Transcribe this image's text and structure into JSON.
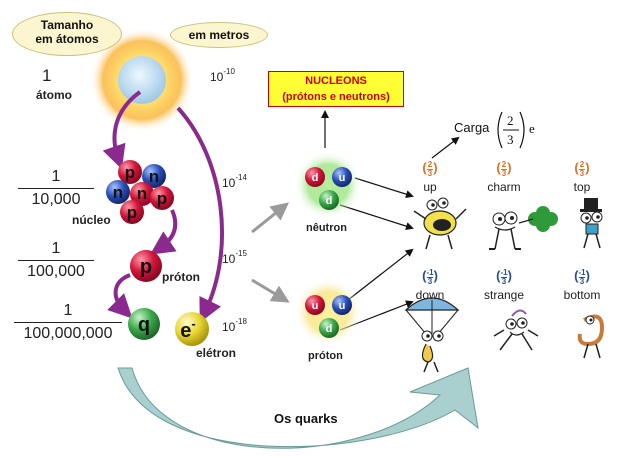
{
  "labels": {
    "size_atoms": [
      "Tamanho",
      "em átomos"
    ],
    "in_meters": "em metros",
    "atom": "átomo",
    "nucleus": "núcleo",
    "proton_label": "próton",
    "electron_label": "elétron",
    "neutron_label": "nêutron",
    "proton2_label": "próton",
    "quarks_caption": "Os quarks",
    "charge": "Carga",
    "charge_num": "2",
    "charge_den": "3",
    "charge_e": "e"
  },
  "scale": [
    {
      "num": "1",
      "den": "",
      "exp": "-10"
    },
    {
      "num": "1",
      "den": "10,000",
      "exp": "-14"
    },
    {
      "num": "1",
      "den": "100,000",
      "exp": "-15"
    },
    {
      "num": "1",
      "den": "100,000,000",
      "exp": "-18"
    }
  ],
  "exp_base": "10",
  "nucleons": {
    "line1": "NUCLEONS",
    "line2": "(prótons e neutrons)"
  },
  "particles": {
    "p": "p",
    "n": "n",
    "q": "q",
    "e": "e",
    "e_sup": "-",
    "d": "d",
    "u": "u"
  },
  "quarks": [
    {
      "name": "up",
      "charge": "2",
      "charge_den": "3",
      "sign": "",
      "color": "#e07020"
    },
    {
      "name": "charm",
      "charge": "2",
      "charge_den": "3",
      "sign": "",
      "color": "#e07020"
    },
    {
      "name": "top",
      "charge": "2",
      "charge_den": "3",
      "sign": "",
      "color": "#e07020"
    },
    {
      "name": "down",
      "charge": "1",
      "charge_den": "3",
      "sign": "-",
      "color": "#2b4c9b"
    },
    {
      "name": "strange",
      "charge": "1",
      "charge_den": "3",
      "sign": "-",
      "color": "#2b4c9b"
    },
    {
      "name": "bottom",
      "charge": "1",
      "charge_den": "3",
      "sign": "-",
      "color": "#2b4c9b"
    }
  ],
  "colors": {
    "purple_arrow": "#8b2a8e",
    "gray_arrow": "#9a9a9a",
    "big_arrow": "#a9d0cf",
    "proton_red": "#d3143a",
    "neutron_blue": "#2a4fb8",
    "quark_green": "#3aa84a",
    "electron_yellow": "#e8d630",
    "nucleons_box": "#ffff33"
  }
}
